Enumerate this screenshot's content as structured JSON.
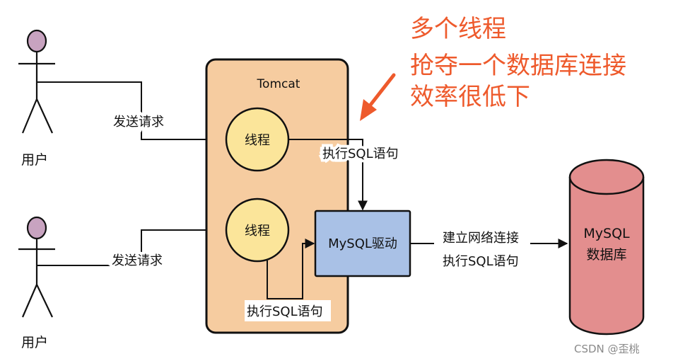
{
  "users": {
    "top": {
      "label": "用户"
    },
    "bottom": {
      "label": "用户"
    }
  },
  "requests": {
    "top": "发送请求",
    "bottom": "发送请求"
  },
  "tomcat": {
    "title": "Tomcat",
    "thread_top": "线程",
    "thread_bottom": "线程"
  },
  "execute_sql": {
    "top": "执行SQL语句",
    "bottom": "执行SQL语句"
  },
  "driver": {
    "label": "MySQL驱动"
  },
  "connection": {
    "line1": "建立网络连接",
    "line2": "执行SQL语句"
  },
  "database": {
    "line1": "MySQL",
    "line2": "数据库"
  },
  "annotation": {
    "line1": "多个线程",
    "line2": "抢夺一个数据库连接",
    "line3": "效率很低下"
  },
  "watermark": "CSDN @歪桃",
  "colors": {
    "tomcat_fill": "#f6cca0",
    "thread_fill": "#fbe59a",
    "driver_fill": "#a9c1e6",
    "db_fill": "#e38e8e",
    "user_head": "#c8a3c0",
    "annotation": "#ee5a2c"
  },
  "icons": [
    "user-stick-figure-icon",
    "arrow-icon",
    "database-cylinder-icon"
  ]
}
